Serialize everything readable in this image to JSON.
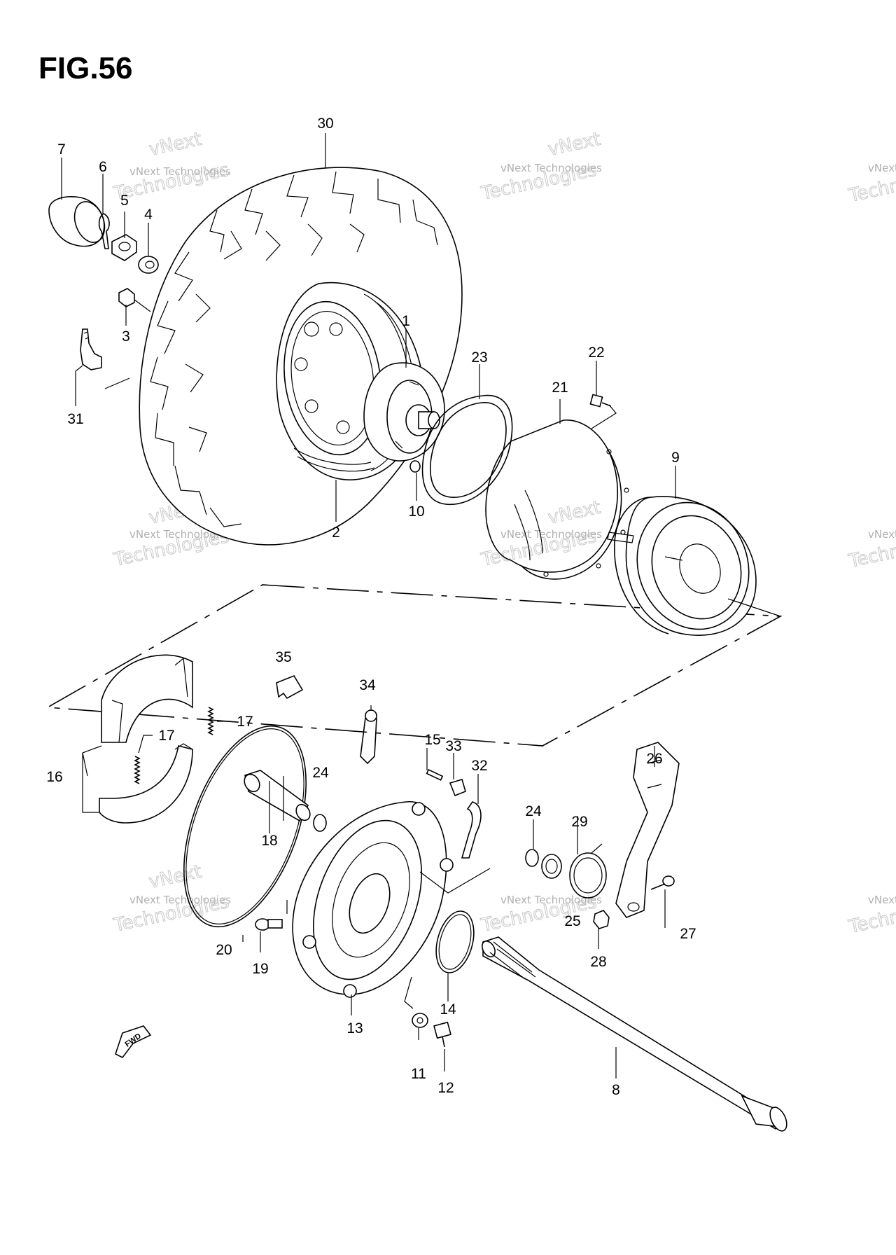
{
  "figure": {
    "title": "FIG.56"
  },
  "watermark": {
    "line1": "vNext Technologies",
    "line2": "vNext",
    "line3": "Technologies"
  },
  "parts": [
    "1",
    "2",
    "3",
    "4",
    "5",
    "6",
    "7",
    "8",
    "9",
    "10",
    "11",
    "12",
    "13",
    "14",
    "15",
    "16",
    "17",
    "18",
    "19",
    "20",
    "21",
    "22",
    "23",
    "24",
    "25",
    "26",
    "27",
    "28",
    "29",
    "30",
    "31",
    "32",
    "33",
    "34",
    "35"
  ],
  "labels": {
    "l30": "30",
    "l7": "7",
    "l6": "6",
    "l5": "5",
    "l4": "4",
    "l3": "3",
    "l31": "31",
    "l1": "1",
    "l2": "2",
    "l10": "10",
    "l23": "23",
    "l21": "21",
    "l22": "22",
    "l9": "9",
    "l35": "35",
    "l34": "34",
    "l17a": "17",
    "l17b": "17",
    "l16": "16",
    "l15": "15",
    "l33": "33",
    "l32": "32",
    "l24a": "24",
    "l24b": "24",
    "l29": "29",
    "l26": "26",
    "l18": "18",
    "l20": "20",
    "l19": "19",
    "l13": "13",
    "l25": "25",
    "l27": "27",
    "l28": "28",
    "l14": "14",
    "l11": "11",
    "l12": "12",
    "l8": "8"
  },
  "fwd_badge": "FWD"
}
